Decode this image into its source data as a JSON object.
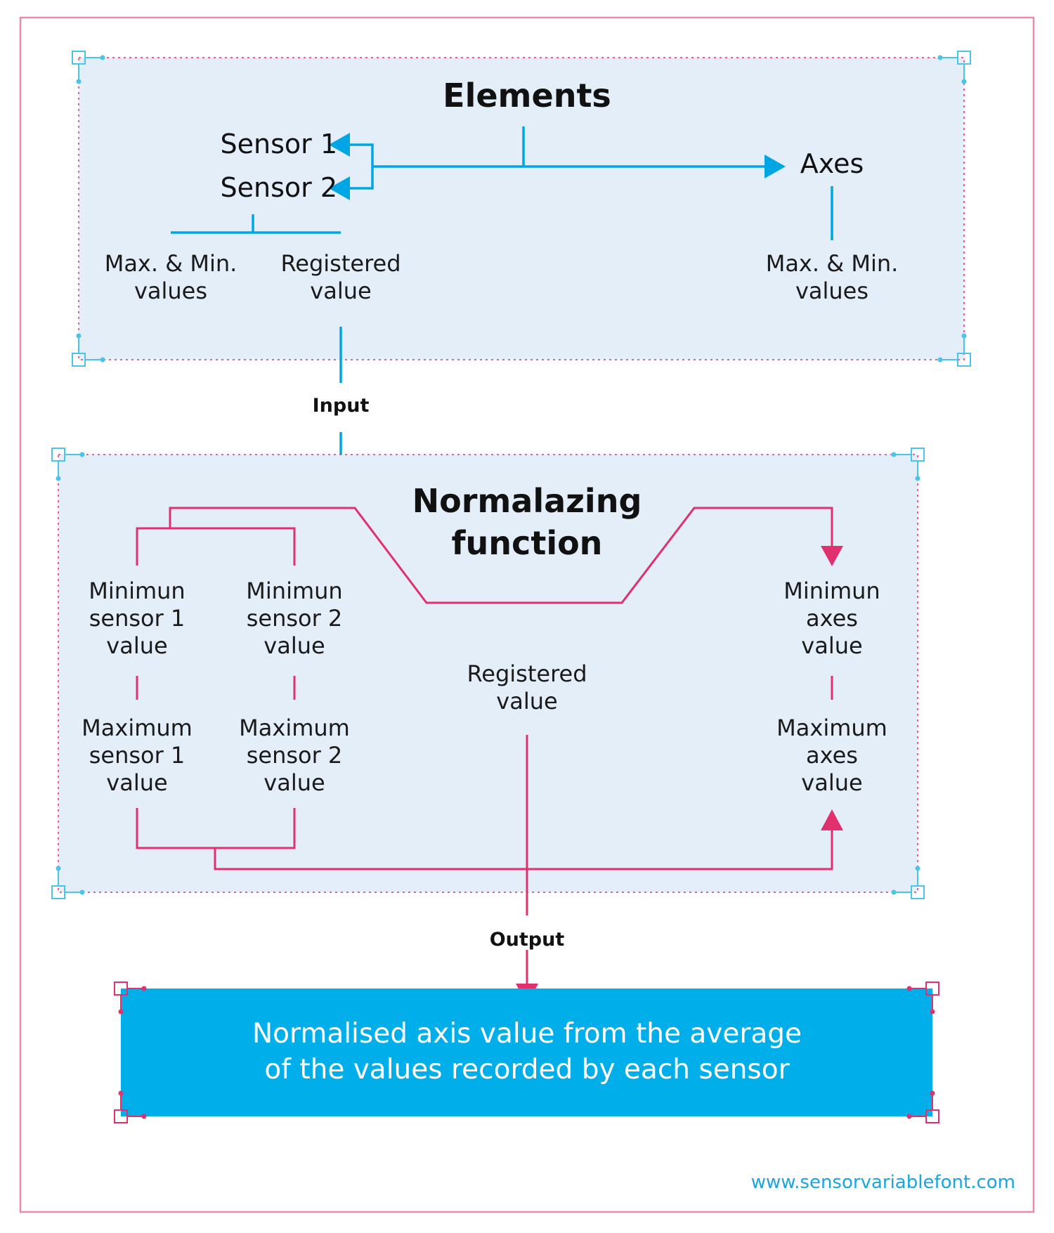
{
  "colors": {
    "panel_fill": "#e3eef9",
    "blue": "#00a6e4",
    "pink": "#e0306e",
    "result_fill": "#00aeea"
  },
  "elements": {
    "title": "Elements",
    "sensor1": "Sensor 1",
    "sensor2": "Sensor 2",
    "axes": "Axes",
    "sensor_minmax": "Max. & Min.\nvalues",
    "sensor_registered": "Registered\nvalue",
    "axes_minmax": "Max. & Min.\nvalues"
  },
  "input_label": "Input",
  "normalizing": {
    "title": "Normalazing\nfunction",
    "min_s1": "Minimun\nsensor 1\nvalue",
    "min_s2": "Minimun\nsensor 2\nvalue",
    "max_s1": "Maximum\nsensor 1\nvalue",
    "max_s2": "Maximum\nsensor 2\nvalue",
    "registered": "Registered\nvalue",
    "min_axes": "Minimun\naxes\nvalue",
    "max_axes": "Maximum\naxes\nvalue"
  },
  "output_label": "Output",
  "result": "Normalised axis value from the average\nof the values recorded by each sensor",
  "website": "www.sensorvariablefont.com"
}
